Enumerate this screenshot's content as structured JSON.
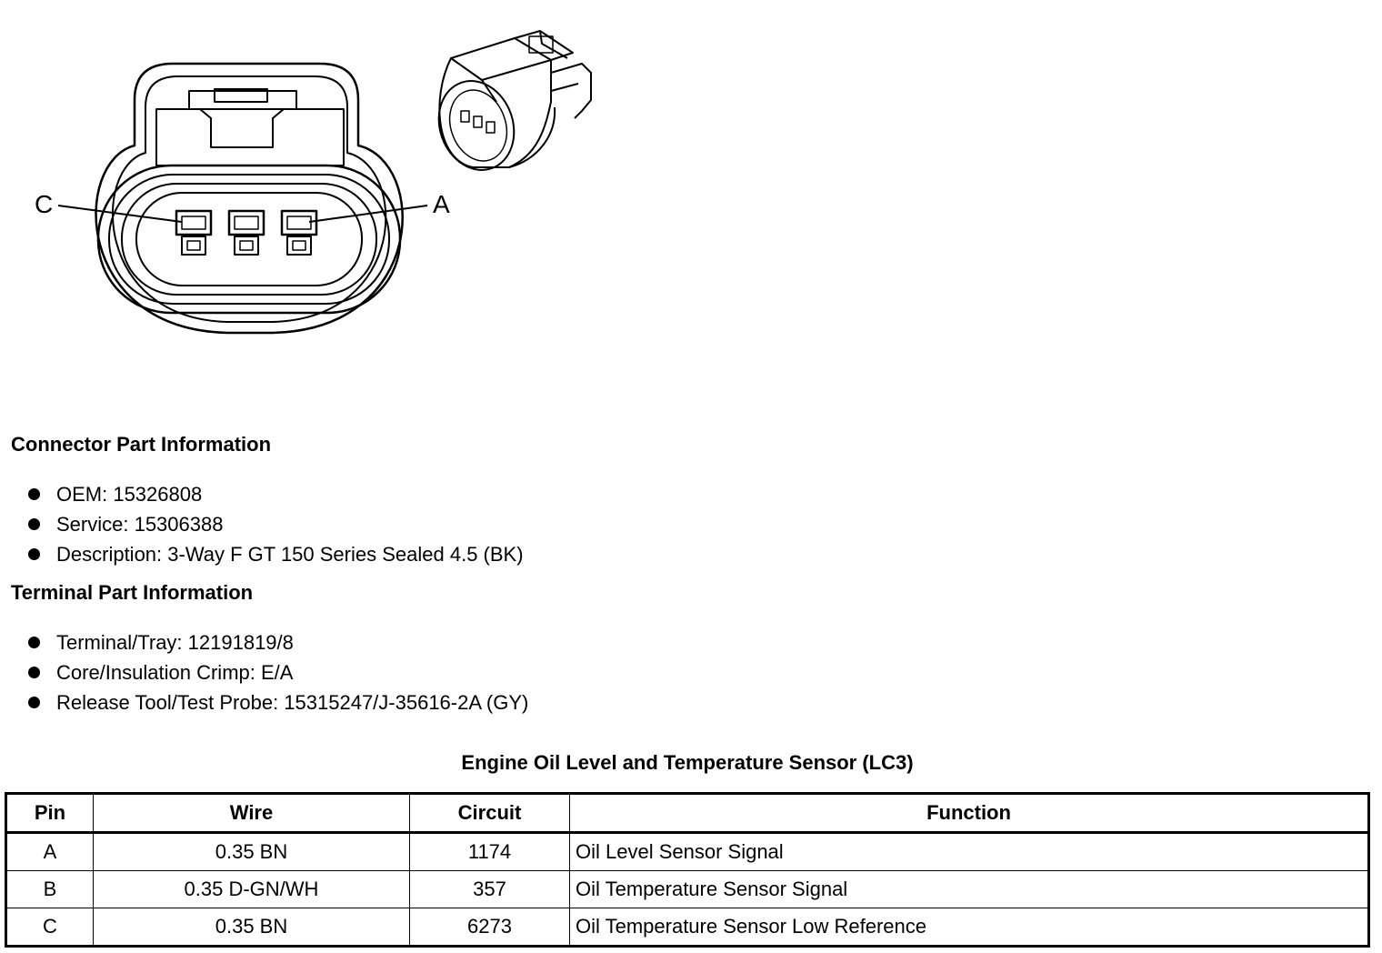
{
  "diagram": {
    "label_c": "C",
    "label_a": "A"
  },
  "connector_section": {
    "title": "Connector Part Information",
    "items": [
      "OEM: 15326808",
      "Service: 15306388",
      "Description: 3-Way F GT 150 Series Sealed 4.5 (BK)"
    ]
  },
  "terminal_section": {
    "title": "Terminal Part Information",
    "items": [
      "Terminal/Tray: 12191819/8",
      "Core/Insulation Crimp: E/A",
      "Release Tool/Test Probe: 15315247/J-35616-2A (GY)"
    ]
  },
  "table": {
    "title": "Engine Oil Level and Temperature Sensor (LC3)",
    "headers": [
      "Pin",
      "Wire",
      "Circuit",
      "Function"
    ],
    "rows": [
      [
        "A",
        "0.35 BN",
        "1174",
        "Oil Level Sensor Signal"
      ],
      [
        "B",
        "0.35 D-GN/WH",
        "357",
        "Oil Temperature Sensor Signal"
      ],
      [
        "C",
        "0.35 BN",
        "6273",
        "Oil Temperature Sensor Low Reference"
      ]
    ]
  }
}
